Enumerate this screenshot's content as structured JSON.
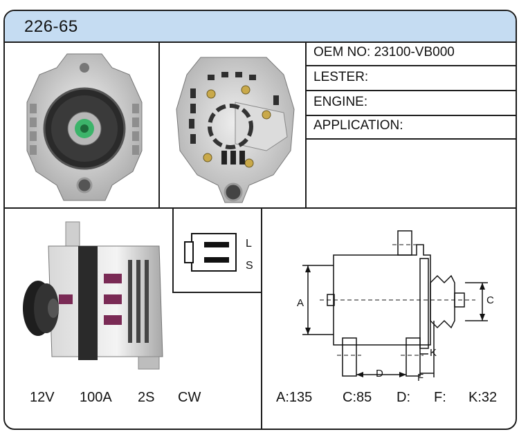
{
  "header": {
    "part_number": "226-65"
  },
  "info": {
    "oem": "OEM NO: 23100-VB000",
    "lester": "LESTER:",
    "engine": "ENGINE:",
    "application": "APPLICATION:"
  },
  "connector": {
    "pin_top": "L",
    "pin_bottom": "S"
  },
  "specs_left": {
    "voltage": "12V",
    "amperage": "100A",
    "regulator": "2S",
    "rotation": "CW"
  },
  "dimension_diagram": {
    "label_a": "A",
    "label_c": "C",
    "label_d": "D",
    "label_f": "F",
    "label_k": "K"
  },
  "specs_right": {
    "a": "A:135",
    "c": "C:85",
    "d": "D:",
    "f": "F:",
    "k": "K:32"
  },
  "colors": {
    "header_bg": "#c5dcf2",
    "border": "#1c1c1c",
    "pulley_green": "#3cb46a"
  }
}
